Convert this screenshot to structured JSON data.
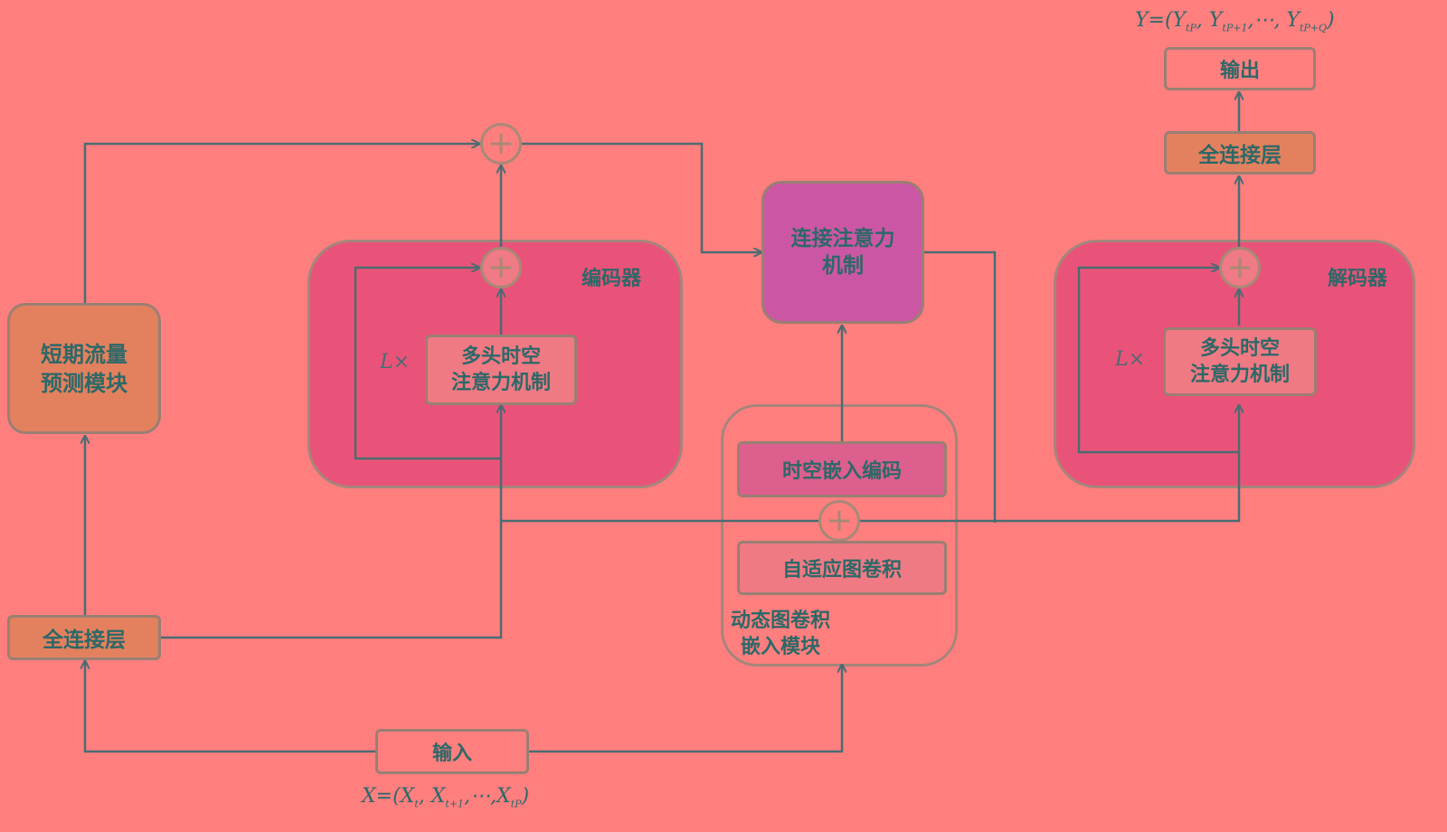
{
  "colors": {
    "background": "#ff7f7f",
    "coder_region": "#ea5379",
    "orange_box": "#e3815e",
    "attention_box": "#cb57a4",
    "embed_box": "#dc5f8e",
    "arrow": "#4a6c72",
    "text": "#2d6868"
  },
  "nodes": {
    "input_label": "输入",
    "input_formula": {
      "lhs": "X=(X",
      "s1": "t",
      "m1": ", X",
      "s2": "t+1",
      "m2": ",⋯,X",
      "s3": "tP",
      "end": ")"
    },
    "fc_left": "全连接层",
    "short_term": {
      "line1": "短期流量",
      "line2": "预测模块"
    },
    "encoder_label": "编码器",
    "encoder_repeat": "L×",
    "encoder_mhsa": {
      "line1": "多头时空",
      "line2": "注意力机制"
    },
    "attention": {
      "line1": "连接注意力",
      "line2": "机制"
    },
    "st_embedding": "时空嵌入编码",
    "adaptive_gcn": "自适应图卷积",
    "dynamic_module": {
      "line1": "动态图卷积",
      "line2": "嵌入模块"
    },
    "decoder_label": "解码器",
    "decoder_repeat": "L×",
    "decoder_mhsa": {
      "line1": "多头时空",
      "line2": "注意力机制"
    },
    "fc_right": "全连接层",
    "output_label": "输出",
    "output_formula": {
      "lhs": "Y=(Y",
      "s1": "tP",
      "m1": ", Y",
      "s2": "tP+1",
      "m2": ",⋯, Y",
      "s3": "tP+Q",
      "end": ")"
    },
    "plus_symbol": "+"
  }
}
